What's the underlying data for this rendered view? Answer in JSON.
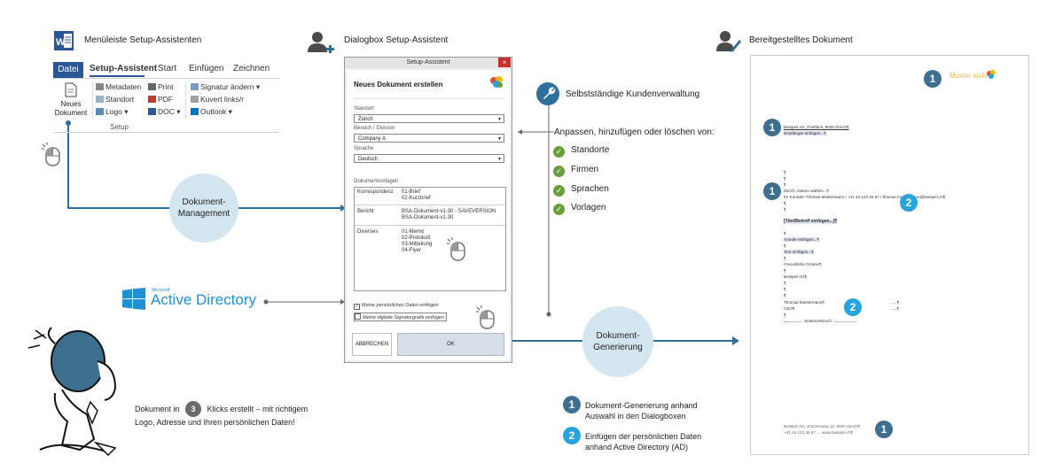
{
  "headers": {
    "menu": "Menüleiste Setup-Assistenten",
    "dialog": "Dialogbox Setup-Assistent",
    "document": "Bereitgestelltes Dokument"
  },
  "ribbon": {
    "tabs": [
      "Datei",
      "Setup-Assistent",
      "Start",
      "Einfügen",
      "Zeichnen"
    ],
    "new_doc_line1": "Neues",
    "new_doc_line2": "Dokument",
    "col1": [
      "Metadaten",
      "Standort",
      "Logo ▾"
    ],
    "col2": [
      "Print",
      "PDF",
      "DOC ▾"
    ],
    "col3": [
      "Signatur ändern ▾",
      "Kuvert links/r",
      "Outlook ▾"
    ],
    "group_label": "Setup"
  },
  "flow": {
    "management_line1": "Dokument-",
    "management_line2": "Management",
    "generation_line1": "Dokument-",
    "generation_line2": "Generierung"
  },
  "active_directory": {
    "vendor": "Microsoft",
    "label": "Active Directory"
  },
  "dialog": {
    "title": "Setup-Assistent",
    "close": "×",
    "heading": "Neues Dokument erstellen",
    "standort_label": "Standort",
    "standort_value": "Zürich",
    "bereich_label": "Bereich / Division",
    "bereich_value": "Company A",
    "sprache_label": "Sprache",
    "sprache_value": "Deutsch",
    "vorlagen_label": "Dokumentvorlagen",
    "templates": [
      {
        "category": "Korrespondenz",
        "items": [
          "01-Brief",
          "02-Kurzbrief"
        ]
      },
      {
        "category": "Bericht",
        "items": [
          "BSA-Dokument-v1-30 - SAVEVERSION",
          "BSA-Dokument-v1-30"
        ]
      },
      {
        "category": "Diverses",
        "items": [
          "01-Memo",
          "02-Protokoll",
          "03-Mitteilung",
          "04-Flyer"
        ]
      }
    ],
    "check1": "Meine persönlichen Daten einfügen",
    "check2": "Meine digitale Signaturgrafik einfügen",
    "cancel": "ABBRECHEN",
    "ok": "OK"
  },
  "self_admin": {
    "title": "Selbstständige Kundenverwaltung",
    "subtitle": "Anpassen, hinzufügen oder löschen von:",
    "items": [
      "Standorte",
      "Firmen",
      "Sprachen",
      "Vorlagen"
    ]
  },
  "document": {
    "logo": "Muster suite",
    "sender": "Beispiel AG, Postfach, 8000 Zürich¶",
    "recipient": "Empfänger einfügen...¶",
    "city_date": "Zürich, Datum wählen...¶",
    "contact": "Ihr Kontakt: Thomas Mustermann / +41 44 123 45 67 / thomas.mustermann@beispiel.ch¶",
    "subject": "[Titel/Betreff einfügen...]¶",
    "salutation": "Anrede einfügen...¶",
    "text": "Text einfügen...¶",
    "greeting": "Freundliche Grüsse¶",
    "company": "Beispiel AG¶",
    "name": "Thomas Mustermann¶",
    "role": "CEO¶",
    "pagebreak": "Seitenumbruch",
    "footer1": "Beispiel AG, Zürcherweg 12, 8000 Zürich¶",
    "footer2": "+41 44 123 45 67   →   www.beispiel.ch¶",
    "pilcrow": "¶",
    "dots": "......¶"
  },
  "bottom_text": {
    "part1": "Dokument in",
    "clicks": "3",
    "part2": "Klicks erstellt – mit richtigem",
    "line2": "Logo, Adresse und Ihren persönlichen Daten!"
  },
  "legend": {
    "n1": "1",
    "n2": "2",
    "item1_line1": "Dokument-Generierung anhand",
    "item1_line2": "Auswahl in den Dialogboxen",
    "item2_line1": "Einfügen der persönlichen Daten",
    "item2_line2": "anhand Active Directory (AD)"
  },
  "colors": {
    "accent_blue": "#2e6f9c",
    "circle_fill": "#d3e6ef",
    "badge_dark": "#3e6f90",
    "badge_light": "#27a4dd",
    "check_green": "#6a9e3a",
    "ms_blue": "#1f8fd8"
  }
}
